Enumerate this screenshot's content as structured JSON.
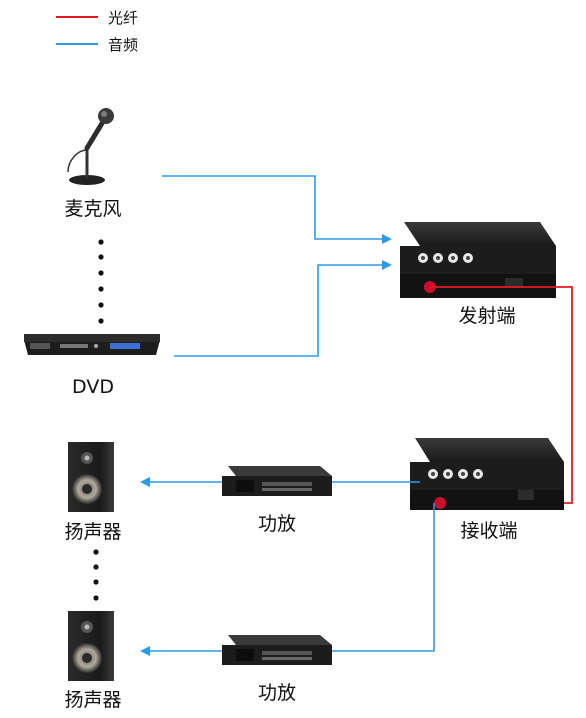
{
  "legend": [
    {
      "label": "光纤",
      "color": "#e11d24"
    },
    {
      "label": "音频",
      "color": "#2b9be8"
    }
  ],
  "sources": {
    "microphone": {
      "label": "麦克风",
      "icon": "microphone-icon"
    },
    "dvd": {
      "label": "DVD",
      "icon": "dvd-player-icon"
    }
  },
  "transmitter": {
    "label": "发射端",
    "icon": "fiber-converter-icon"
  },
  "receiver": {
    "label": "接收端",
    "icon": "fiber-converter-icon"
  },
  "amplifiers": [
    {
      "label": "功放",
      "icon": "amplifier-icon"
    },
    {
      "label": "功放",
      "icon": "amplifier-icon"
    }
  ],
  "speakers": [
    {
      "label": "扬声器",
      "icon": "speaker-icon"
    },
    {
      "label": "扬声器",
      "icon": "speaker-icon"
    }
  ]
}
